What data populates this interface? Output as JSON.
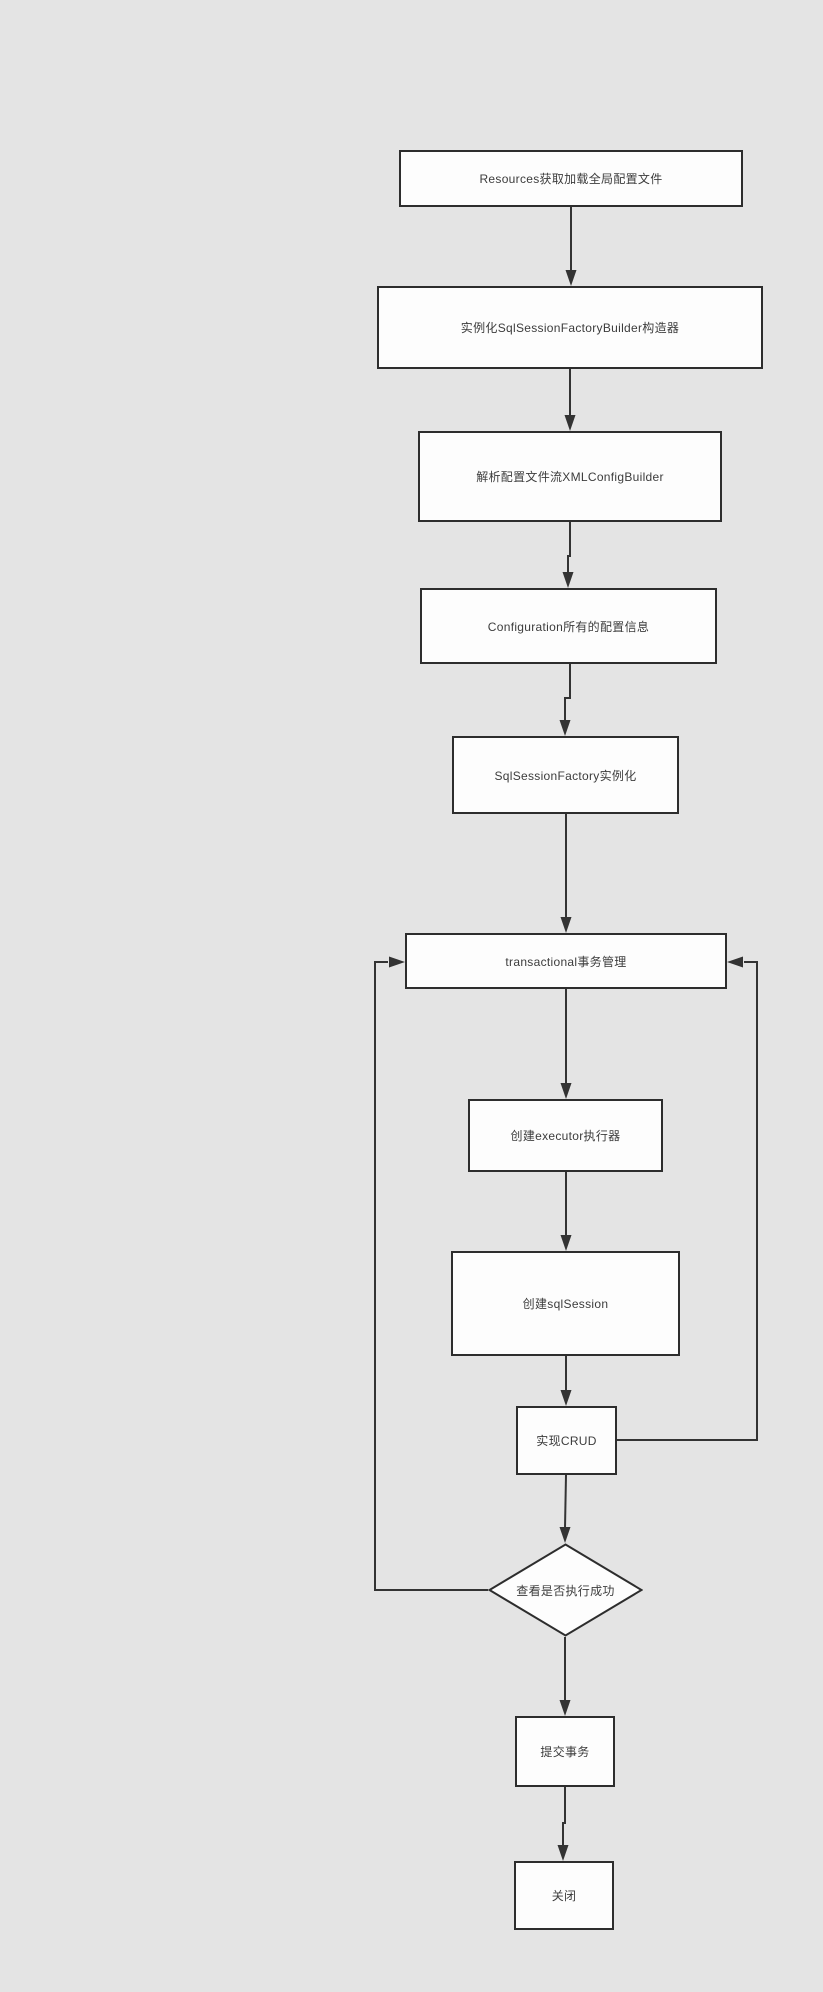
{
  "diagram": {
    "type": "flowchart",
    "style": {
      "background_color": "#e4e4e4",
      "node_fill": "#fdfdfd",
      "node_border_color": "#2d2d2d",
      "connector_color": "#333333",
      "text_color": "#3c3c3c"
    },
    "nodes": [
      {
        "id": "resources",
        "shape": "rect",
        "label": "Resources获取加载全局配置文件"
      },
      {
        "id": "builder",
        "shape": "rect",
        "label": "实例化SqlSessionFactoryBuilder构造器"
      },
      {
        "id": "xmlconfig",
        "shape": "rect",
        "label": "解析配置文件流XMLConfigBuilder"
      },
      {
        "id": "configuration",
        "shape": "rect",
        "label": "Configuration所有的配置信息"
      },
      {
        "id": "factory",
        "shape": "rect",
        "label": "SqlSessionFactory实例化"
      },
      {
        "id": "transactional",
        "shape": "rect",
        "label": "transactional事务管理"
      },
      {
        "id": "executor",
        "shape": "rect",
        "label": "创建executor执行器"
      },
      {
        "id": "sqlsession",
        "shape": "rect",
        "label": "创建sqlSession"
      },
      {
        "id": "crud",
        "shape": "rect",
        "label": "实现CRUD"
      },
      {
        "id": "check",
        "shape": "diamond",
        "label": "查看是否执行成功"
      },
      {
        "id": "commit",
        "shape": "rect",
        "label": "提交事务"
      },
      {
        "id": "close",
        "shape": "rect",
        "label": "关闭"
      }
    ],
    "edges": [
      {
        "from": "resources",
        "to": "builder",
        "type": "straight-down"
      },
      {
        "from": "builder",
        "to": "xmlconfig",
        "type": "straight-down"
      },
      {
        "from": "xmlconfig",
        "to": "configuration",
        "type": "straight-down"
      },
      {
        "from": "configuration",
        "to": "factory",
        "type": "straight-down"
      },
      {
        "from": "factory",
        "to": "transactional",
        "type": "straight-down"
      },
      {
        "from": "transactional",
        "to": "executor",
        "type": "straight-down"
      },
      {
        "from": "executor",
        "to": "sqlsession",
        "type": "straight-down"
      },
      {
        "from": "sqlsession",
        "to": "crud",
        "type": "straight-down"
      },
      {
        "from": "crud",
        "to": "check",
        "type": "straight-down"
      },
      {
        "from": "check",
        "to": "commit",
        "type": "straight-down"
      },
      {
        "from": "commit",
        "to": "close",
        "type": "straight-down"
      },
      {
        "from": "crud",
        "to": "transactional",
        "type": "loop-right-side"
      },
      {
        "from": "check",
        "to": "transactional",
        "type": "loop-left-side"
      }
    ]
  }
}
